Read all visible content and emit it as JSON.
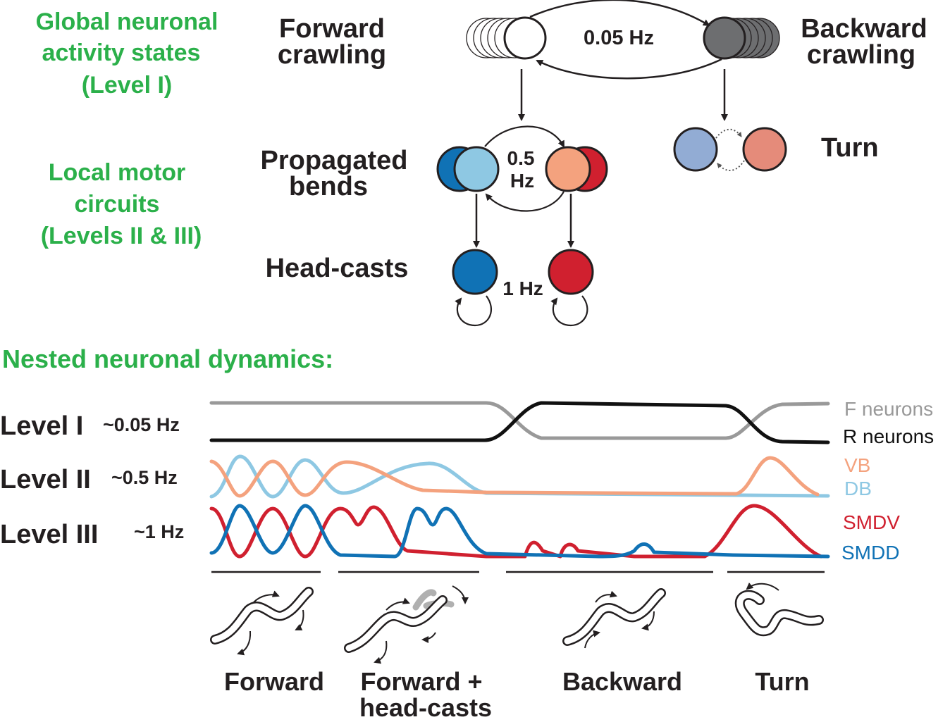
{
  "headers": {
    "global": [
      "Global neuronal",
      "activity states",
      "(Level I)"
    ],
    "local": [
      "Local motor",
      "circuits",
      "(Levels II & III)"
    ],
    "nested": "Nested neuronal dynamics:"
  },
  "states": {
    "forward": [
      "Forward",
      "crawling"
    ],
    "backward": [
      "Backward",
      "crawling"
    ],
    "propagated": [
      "Propagated",
      "bends"
    ],
    "headcasts": "Head-casts",
    "turn": "Turn"
  },
  "frequencies": {
    "level1": "0.05 Hz",
    "level2": [
      "0.5",
      "Hz"
    ],
    "level3": "1 Hz"
  },
  "levels": [
    {
      "name": "Level I",
      "freq": "~0.05 Hz"
    },
    {
      "name": "Level II",
      "freq": "~0.5 Hz"
    },
    {
      "name": "Level III",
      "freq": "~1 Hz"
    }
  ],
  "traces": {
    "f_neurons": "F neurons",
    "r_neurons": "R neurons",
    "vb": "VB",
    "db": "DB",
    "smdv": "SMDV",
    "smdd": "SMDD"
  },
  "behaviors": [
    "Forward",
    "Forward +",
    "head-casts",
    "Backward",
    "Turn"
  ],
  "colors": {
    "green": "#2bb04a",
    "dark_blue": "#1072b5",
    "light_blue": "#8ec8e3",
    "salmon": "#f4a27e",
    "red": "#d0202f",
    "grey_fill": "#6d6e70",
    "turn_blue": "#92acd4",
    "turn_red": "#e58b7a",
    "f_grey": "#999999"
  }
}
